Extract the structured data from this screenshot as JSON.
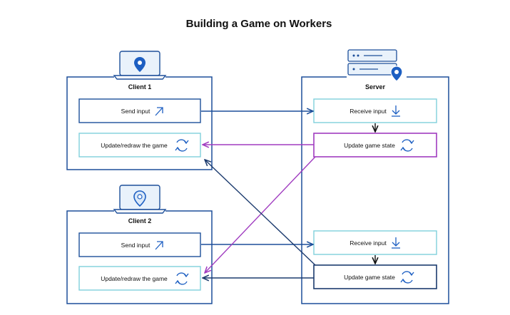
{
  "title": "Building a Game on Workers",
  "colors": {
    "dark_blue": "#1d4f9a",
    "teal": "#7fd0dc",
    "purple": "#a03cc0",
    "navy": "#1c3b6e",
    "device_fill": "#e9f2fb"
  },
  "client1": {
    "label": "Client 1",
    "send_input": "Send input",
    "update_redraw": "Update/redraw the game",
    "icon": "laptop-location-icon"
  },
  "client2": {
    "label": "Client 2",
    "send_input": "Send input",
    "update_redraw": "Update/redraw the game",
    "icon": "laptop-location-icon"
  },
  "server": {
    "label": "Server",
    "receive_input_1": "Receive input",
    "update_state_1": "Update game state",
    "receive_input_2": "Receive input",
    "update_state_2": "Update game state",
    "icon": "server-location-icon"
  }
}
